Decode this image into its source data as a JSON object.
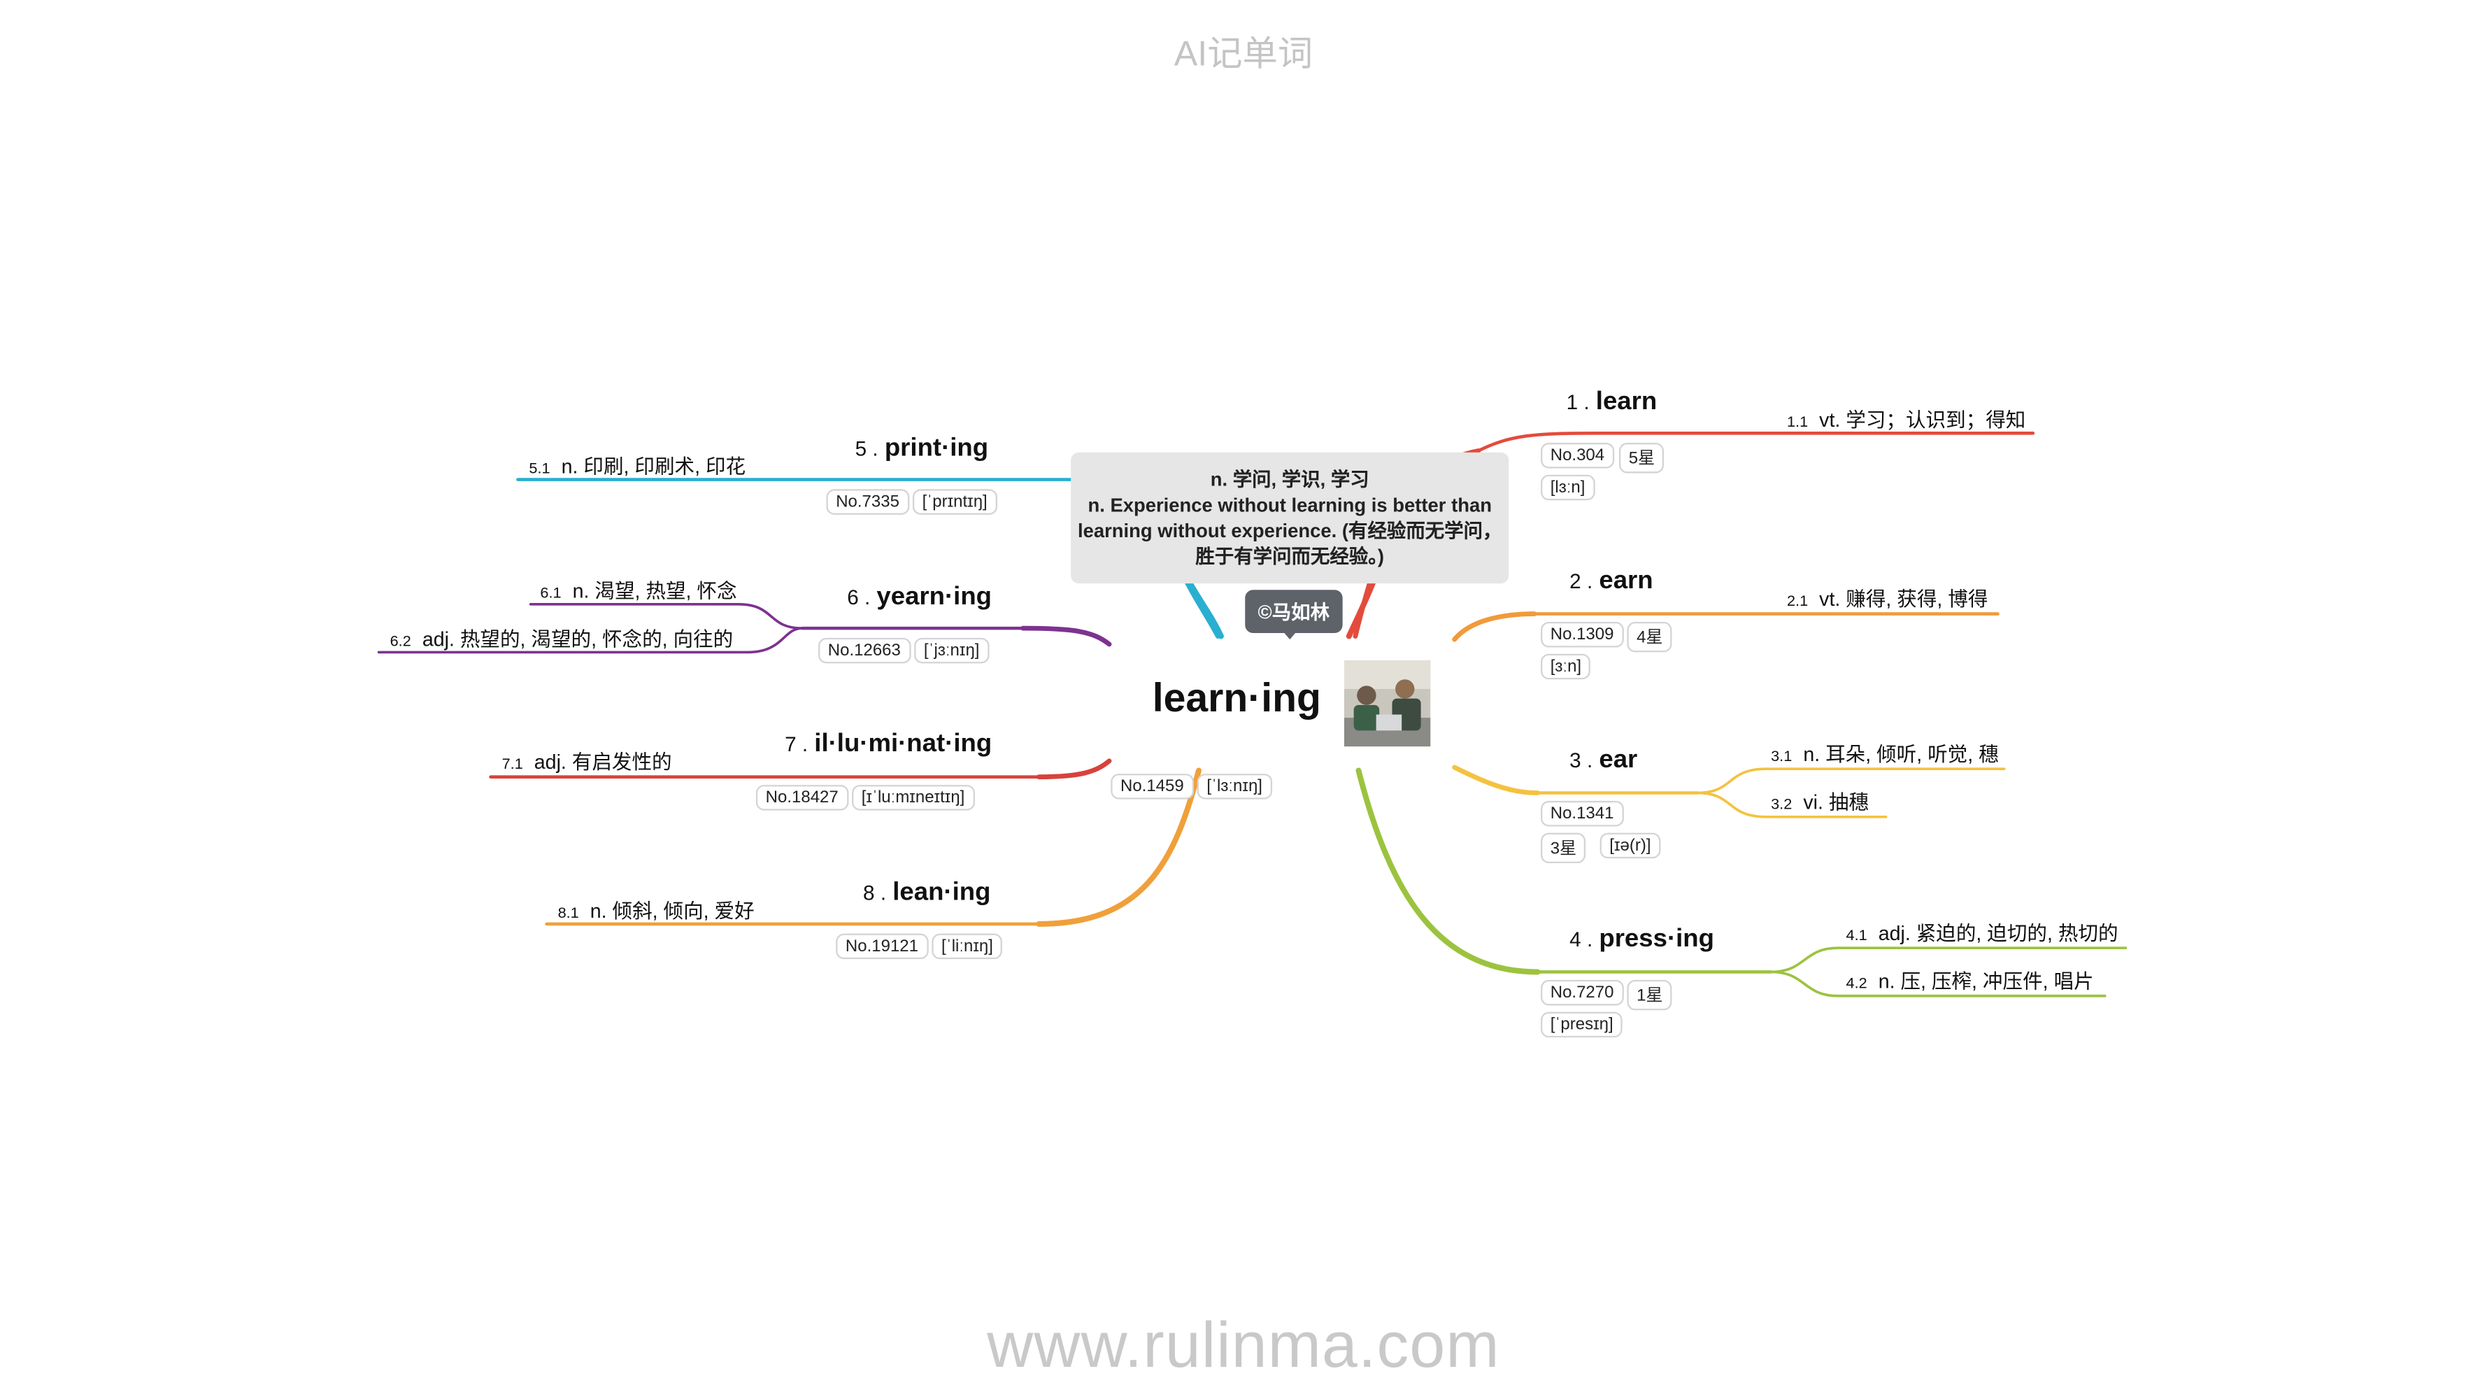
{
  "header": {
    "title": "AI记单词"
  },
  "footer": {
    "site": "www.rulinma.com"
  },
  "center": {
    "word": "learn·ing",
    "no": "No.1459",
    "ipa": "[ˈlɜːnɪŋ]",
    "definition_line1": "n. 学问, 学识, 学习",
    "definition_line2": "n. Experience without learning is better than learning without experience. (有经验而无学问，胜于有学问而无经验。)",
    "author": "©马如林"
  },
  "colors": {
    "learn": "#e34b3c",
    "earn": "#f19a3a",
    "ear": "#f4c240",
    "pressing": "#9cc33f",
    "printing": "#2aafd0",
    "yearning": "#7d3290",
    "illuminating": "#d8423b",
    "leaning": "#f0a03a"
  },
  "branches": {
    "learn": {
      "num": "1 .",
      "word": "learn",
      "no": "No.304",
      "stars": "5星",
      "ipa": "[lɜːn]",
      "defs": [
        {
          "n": "1.1",
          "text": "vt. 学习；认识到；得知"
        }
      ]
    },
    "earn": {
      "num": "2 .",
      "word": "earn",
      "no": "No.1309",
      "stars": "4星",
      "ipa": "[ɜːn]",
      "defs": [
        {
          "n": "2.1",
          "text": "vt. 赚得, 获得, 博得"
        }
      ]
    },
    "ear": {
      "num": "3 .",
      "word": "ear",
      "no": "No.1341",
      "stars": "3星",
      "ipa": "[ɪə(r)]",
      "defs": [
        {
          "n": "3.1",
          "text": "n. 耳朵, 倾听, 听觉, 穗"
        },
        {
          "n": "3.2",
          "text": "vi. 抽穗"
        }
      ]
    },
    "pressing": {
      "num": "4 .",
      "word": "press·ing",
      "no": "No.7270",
      "stars": "1星",
      "ipa": "[ˈpresɪŋ]",
      "defs": [
        {
          "n": "4.1",
          "text": "adj. 紧迫的, 迫切的, 热切的"
        },
        {
          "n": "4.2",
          "text": "n. 压, 压榨, 冲压件, 唱片"
        }
      ]
    },
    "printing": {
      "num": "5 .",
      "word": "print·ing",
      "no": "No.7335",
      "ipa": "[ˈprɪntɪŋ]",
      "defs": [
        {
          "n": "5.1",
          "text": "n. 印刷, 印刷术, 印花"
        }
      ]
    },
    "yearning": {
      "num": "6 .",
      "word": "yearn·ing",
      "no": "No.12663",
      "ipa": "[ˈjɜːnɪŋ]",
      "defs": [
        {
          "n": "6.1",
          "text": "n. 渴望, 热望, 怀念"
        },
        {
          "n": "6.2",
          "text": "adj. 热望的, 渴望的, 怀念的, 向往的"
        }
      ]
    },
    "illuminating": {
      "num": "7 .",
      "word": "il·lu·mi·nat·ing",
      "no": "No.18427",
      "ipa": "[ɪˈluːmɪneɪtɪŋ]",
      "defs": [
        {
          "n": "7.1",
          "text": "adj. 有启发性的"
        }
      ]
    },
    "leaning": {
      "num": "8 .",
      "word": "lean·ing",
      "no": "No.19121",
      "ipa": "[ˈliːnɪŋ]",
      "defs": [
        {
          "n": "8.1",
          "text": "n. 倾斜, 倾向, 爱好"
        }
      ]
    }
  }
}
